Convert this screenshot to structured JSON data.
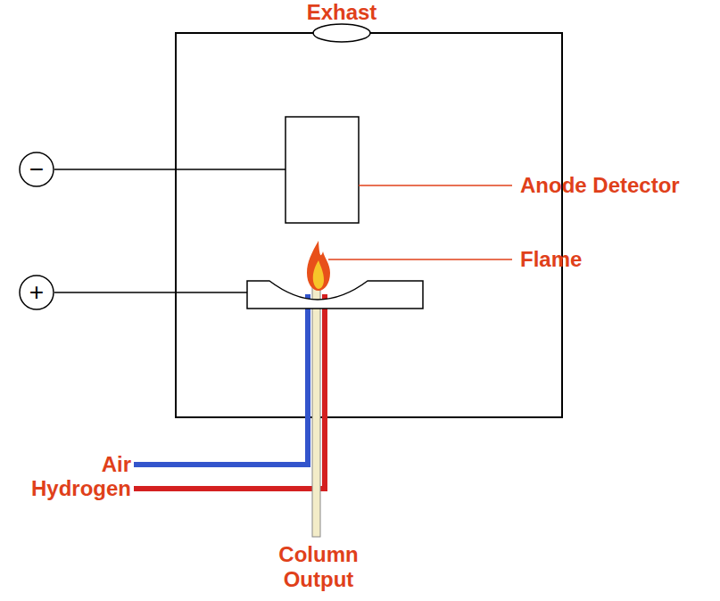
{
  "diagram": {
    "nodes": [
      {
        "text": [
          "−"
        ]
      },
      {
        "text": [
          "+"
        ]
      }
    ],
    "labels": [
      "Exhast",
      "Anode Detector",
      "Flame",
      "Air",
      "Hydrogen",
      "Column Output"
    ]
  }
}
